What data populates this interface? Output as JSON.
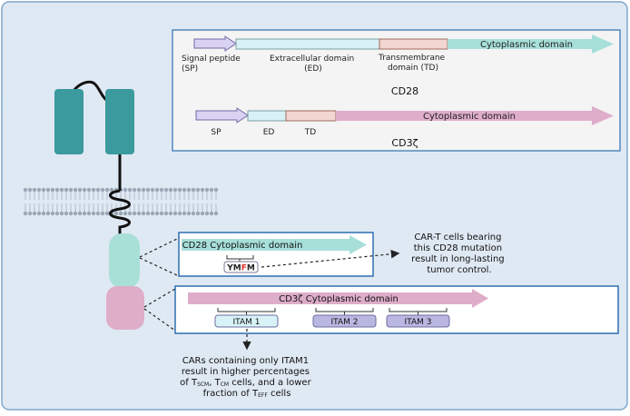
{
  "colors": {
    "background_panel": "#dfe9f3",
    "panel_border": "#7ea6cc",
    "box_border": "#2f6fb0",
    "signal_peptide": "#d9d2f2",
    "extracellular": "#d8f1f6",
    "transmembrane": "#f2d6cf",
    "cd28_arrow": "#a7dfd9",
    "cd3z_arrow": "#deadc9",
    "receptor_teal": "#3a9a9e",
    "cd28_domain_node": "#a8e0d8",
    "cd3z_domain_node": "#deadc8",
    "itam1_fill": "#d8f3f7",
    "itam23_fill": "#b9b7e1",
    "mutation_red": "#e0322a"
  },
  "legend": {
    "cd28": {
      "signal_peptide": [
        "Signal peptide",
        "(SP)"
      ],
      "extracellular": "Extracellular domain",
      "extracellular_abbr": "(ED)",
      "transmembrane": [
        "Transmembrane",
        "domain  (TD)"
      ],
      "cytoplasmic": "Cytoplasmic domain",
      "name": "CD28"
    },
    "cd3z": {
      "sp": "SP",
      "ed": "ED",
      "td": "TD",
      "cytoplasmic": "Cytoplasmic domain",
      "name": "CD3ζ"
    }
  },
  "cd28_box": {
    "title": "CD28 Cytoplasmic domain",
    "motif": [
      "Y",
      "M",
      "F",
      "M"
    ],
    "mutated_index": 2
  },
  "cd3z_box": {
    "title": "CD3ζ Cytoplasmic domain",
    "itams": [
      "ITAM 1",
      "ITAM 2",
      "ITAM 3"
    ]
  },
  "notes": {
    "cart": [
      "CAR-T cells bearing",
      "this CD28 mutation",
      "result in long-lasting",
      "tumor control."
    ],
    "itam": {
      "line1": "CARs containing only ITAM1",
      "line2": "result in higher percentages",
      "line3_pre": "of T",
      "scm": "SCM",
      "line3_mid": ", T",
      "cm": "CM",
      "line3_post": " cells, and a lower",
      "line4_pre": "fraction of T",
      "eff": "EFF",
      "line4_post": " cells"
    }
  }
}
